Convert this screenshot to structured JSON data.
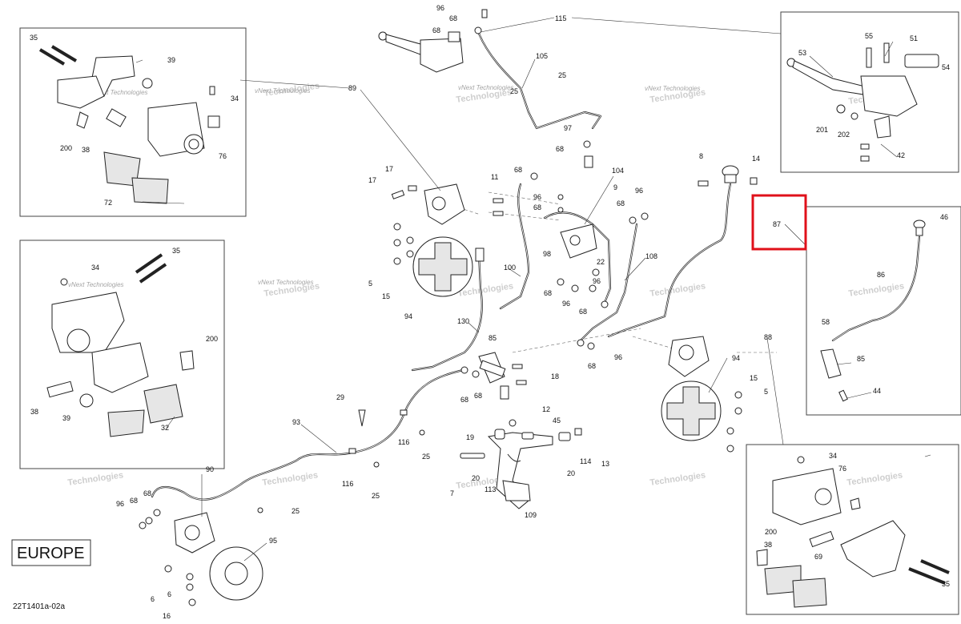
{
  "region_label": "EUROPE",
  "diagram_code": "22T1401a-02a",
  "watermark": {
    "brand_line1": "vNext",
    "brand_line2": "Technologies",
    "brand_full": "vNext Technologies"
  },
  "highlight_color": "#e0101a",
  "highlighted_callout": "87",
  "callouts": {
    "96a": "96",
    "68a": "68",
    "68b": "68",
    "115": "115",
    "105": "105",
    "25a": "25",
    "25b": "25",
    "97": "97",
    "68c": "68",
    "8": "8",
    "14": "14",
    "87": "87",
    "89": "89",
    "35a": "35",
    "39a": "39",
    "34a": "34",
    "200a": "200",
    "38a": "38",
    "76a": "76",
    "72": "72",
    "17a": "17",
    "17b": "17",
    "11": "11",
    "68d": "68",
    "104": "104",
    "9": "9",
    "96b": "96",
    "96c": "96",
    "68e": "68",
    "68f": "68",
    "98": "98",
    "22": "22",
    "96d": "96",
    "100": "100",
    "68g": "68",
    "96e": "96",
    "68h": "68",
    "108": "108",
    "5a": "5",
    "15a": "15",
    "94a": "94",
    "130": "130",
    "85a": "85",
    "18": "18",
    "68i": "68",
    "68j": "68",
    "96f": "96",
    "68k": "68",
    "88": "88",
    "94b": "94",
    "15b": "15",
    "5b": "5",
    "12": "12",
    "45": "45",
    "29": "29",
    "93": "93",
    "116a": "116",
    "116b": "116",
    "25c": "25",
    "25d": "25",
    "19": "19",
    "20a": "20",
    "20b": "20",
    "114": "114",
    "13": "13",
    "113": "113",
    "7": "7",
    "109": "109",
    "25e": "25",
    "90": "90",
    "68l": "68",
    "96g": "96",
    "68m": "68",
    "95": "95",
    "6a": "6",
    "6b": "6",
    "16": "16",
    "35b": "35",
    "34b": "34",
    "200b": "200",
    "38b": "38",
    "39b": "39",
    "32": "32",
    "55": "55",
    "51": "51",
    "53": "53",
    "54": "54",
    "201": "201",
    "202": "202",
    "42": "42",
    "46": "46",
    "86": "86",
    "58": "58",
    "85b": "85",
    "44": "44",
    "34c": "34",
    "76b": "76",
    "200c": "200",
    "38c": "38",
    "69": "69",
    "35c": "35"
  }
}
